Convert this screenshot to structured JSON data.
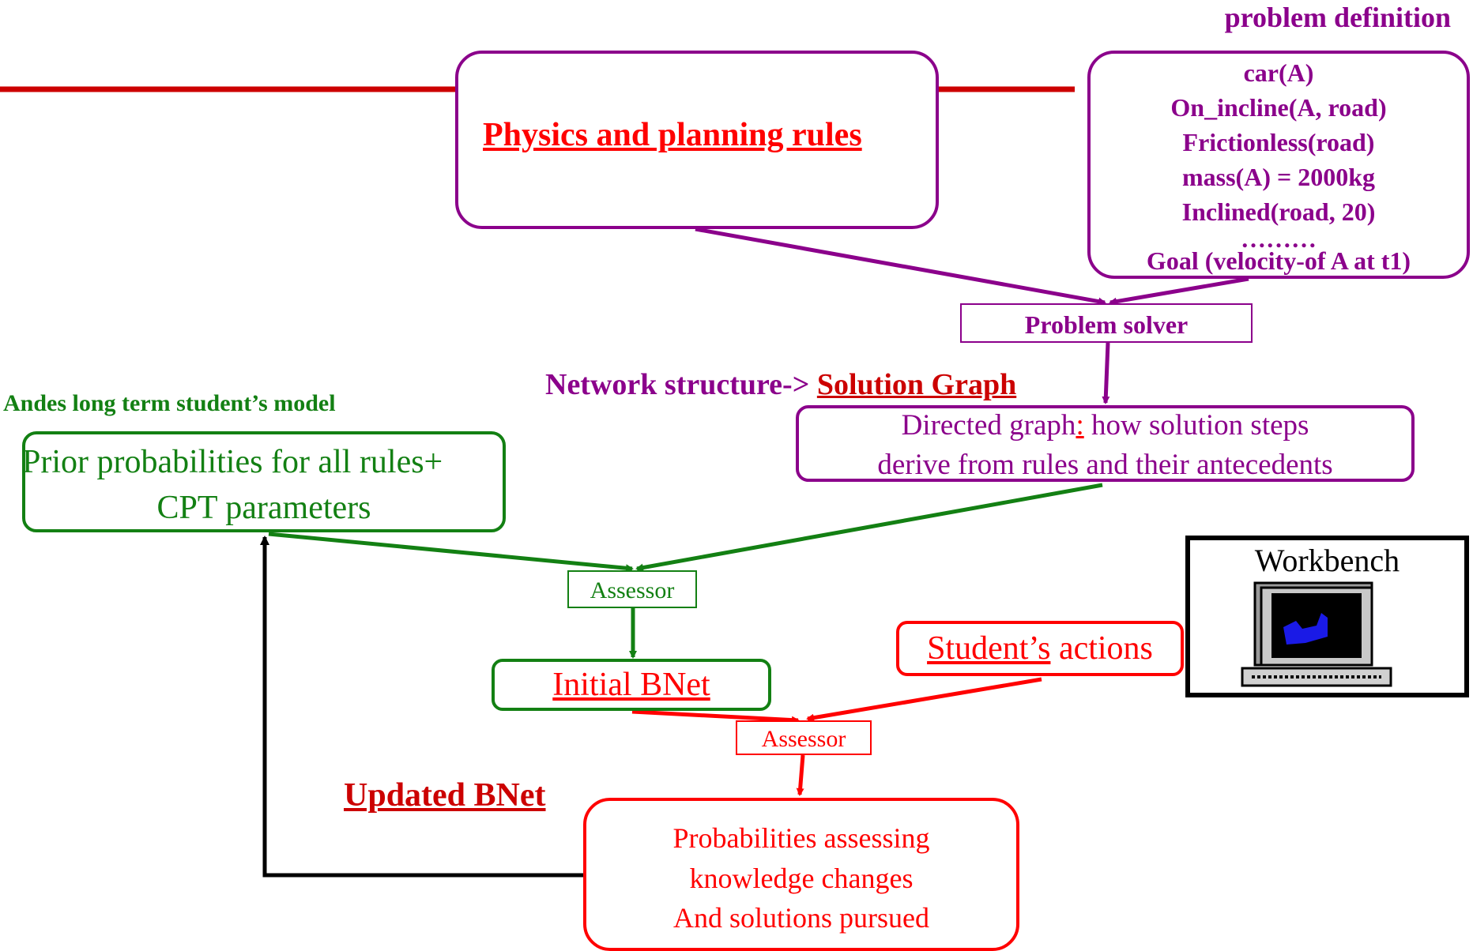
{
  "colors": {
    "purple": "#8B008B",
    "green": "#138013",
    "red": "#FF0000",
    "dark_red": "#CC0000",
    "black": "#000000",
    "screen_blue": "#1A1AE6"
  },
  "physics_rules": {
    "label": "Physics and planning rules"
  },
  "problem_definition": {
    "title": "problem definition",
    "lines": [
      "car(A)",
      "On_incline(A, road)",
      "Frictionless(road)",
      "mass(A) = 2000kg",
      "Inclined(road, 20)",
      "………",
      "Goal (velocity-of A at t1)"
    ]
  },
  "problem_solver": {
    "label": "Problem solver"
  },
  "network_structure": {
    "prefix": "Network structure->",
    "link": "Solution Graph"
  },
  "directed_graph": {
    "line1_pre": "Directed graph",
    "line1_colon": ":",
    "line1_post": " how solution steps",
    "line2": "derive from rules and their antecedents"
  },
  "andes_model": {
    "title": "Andes long term  student’s model",
    "line1": "Prior probabilities for all rules+",
    "line2": "CPT parameters"
  },
  "assessor_top": {
    "label": "Assessor"
  },
  "assessor_bottom": {
    "label": "Assessor"
  },
  "workbench": {
    "label": "Workbench",
    "icon": "computer-icon"
  },
  "student_actions": {
    "underlined": "Student’s",
    "rest": " actions"
  },
  "initial_bnet": {
    "label": "Initial BNet"
  },
  "updated_bnet": {
    "label": "Updated BNet"
  },
  "probabilities_box": {
    "lines": [
      "Probabilities assessing",
      "knowledge changes",
      "And solutions pursued"
    ]
  }
}
